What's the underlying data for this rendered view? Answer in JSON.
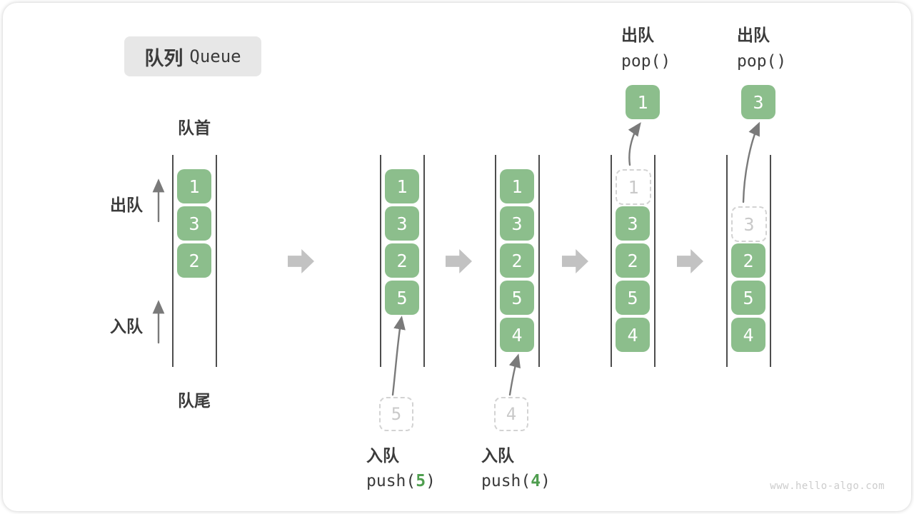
{
  "title": {
    "zh": "队列",
    "en": "Queue"
  },
  "labels": {
    "front": "队首",
    "rear": "队尾",
    "dequeue_side": "出队",
    "enqueue_side": "入队"
  },
  "watermark": "www.hello-algo.com",
  "colors": {
    "box_green": "#8cbe8c",
    "box_text": "#ffffff",
    "dashed_border": "#d3d3d3",
    "dashed_text": "#c9c9c9",
    "block_arrow": "#c2c2c2",
    "thin_arrow": "#7a7a7a",
    "column_line": "#4d4d4d",
    "text_dark": "#3b3b3b",
    "title_bg": "#e7e7e7",
    "code_arg_green": "#4f9e4f",
    "watermark_gray": "#cccccc"
  },
  "states": [
    {
      "boxes": [
        {
          "value": "1"
        },
        {
          "value": "3"
        },
        {
          "value": "2"
        }
      ]
    },
    {
      "boxes": [
        {
          "value": "1"
        },
        {
          "value": "3"
        },
        {
          "value": "2"
        },
        {
          "value": "5"
        }
      ],
      "enqueue": {
        "pending_value": "5",
        "label": "入队",
        "code_prefix": "push(",
        "code_arg": "5",
        "code_suffix": ")"
      }
    },
    {
      "boxes": [
        {
          "value": "1"
        },
        {
          "value": "3"
        },
        {
          "value": "2"
        },
        {
          "value": "5"
        },
        {
          "value": "4"
        }
      ],
      "enqueue": {
        "pending_value": "4",
        "label": "入队",
        "code_prefix": "push(",
        "code_arg": "4",
        "code_suffix": ")"
      }
    },
    {
      "boxes": [
        {
          "value": "1",
          "dashed": true
        },
        {
          "value": "3"
        },
        {
          "value": "2"
        },
        {
          "value": "5"
        },
        {
          "value": "4"
        }
      ],
      "dequeue": {
        "popped_value": "1",
        "label": "出队",
        "code": "pop()"
      }
    },
    {
      "start_slot": 1,
      "boxes": [
        {
          "value": "3",
          "dashed": true
        },
        {
          "value": "2"
        },
        {
          "value": "5"
        },
        {
          "value": "4"
        }
      ],
      "dequeue": {
        "popped_value": "3",
        "label": "出队",
        "code": "pop()"
      }
    }
  ]
}
